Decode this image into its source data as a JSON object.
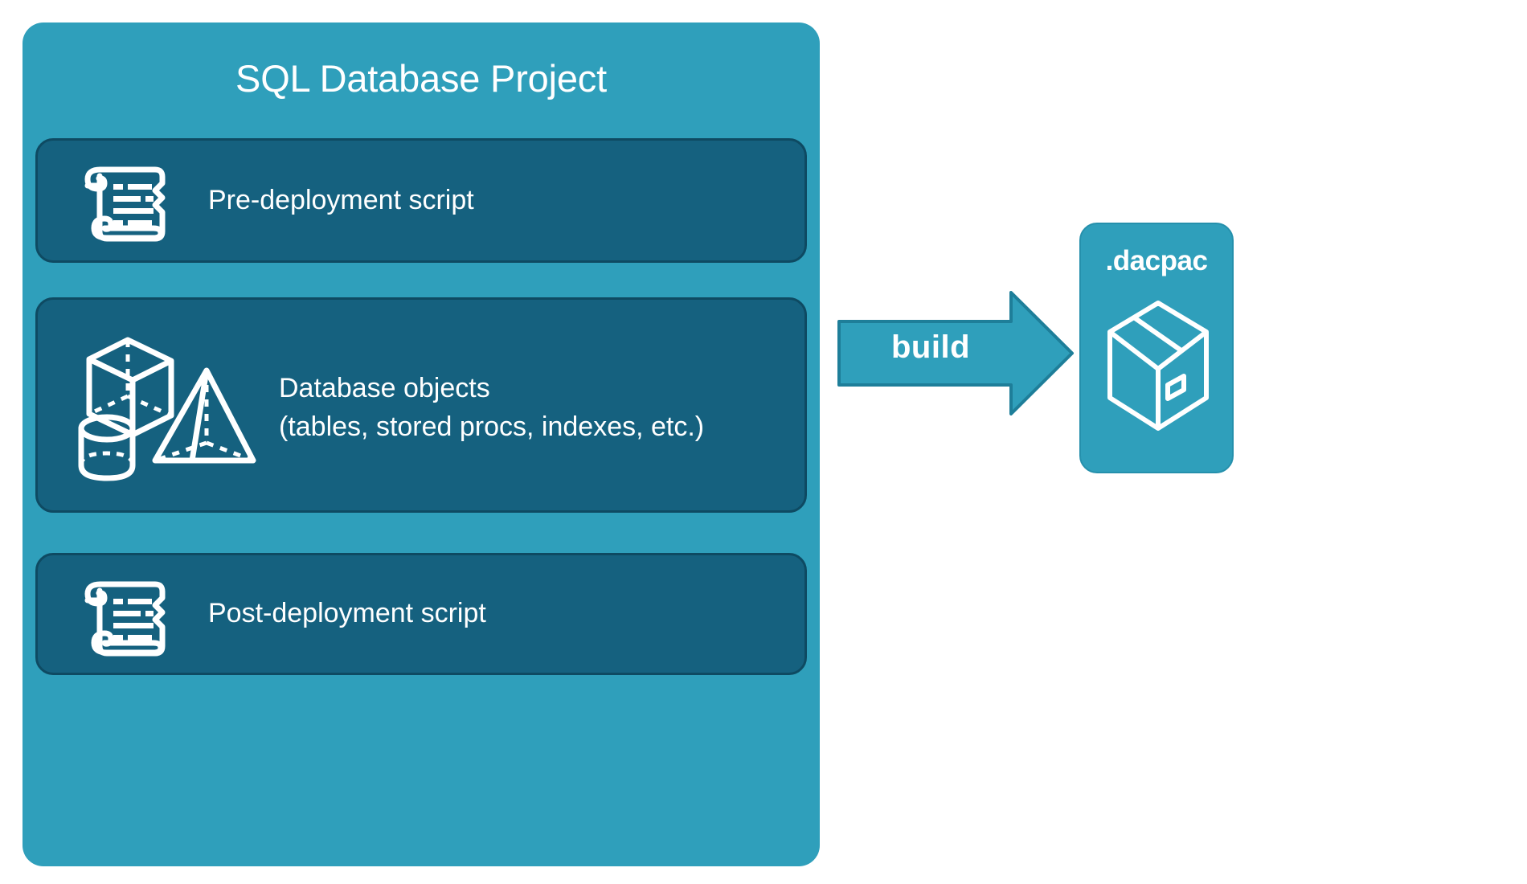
{
  "diagram": {
    "title": "SQL Database Project",
    "background": "#ffffff",
    "colors": {
      "container_fill": "#2F9FBB",
      "inner_box_fill": "#15617F",
      "inner_box_stroke": "#0E4A62",
      "arrow_fill": "#2F9FBB",
      "arrow_stroke": "#1E7E99",
      "icon_stroke": "#ffffff",
      "text": "#ffffff"
    }
  },
  "project": {
    "title": "SQL Database Project",
    "items": [
      {
        "id": "pre-deployment",
        "label": "Pre-deployment script",
        "icon": "scroll-icon"
      },
      {
        "id": "database-objects",
        "label_line1": "Database objects",
        "label_line2": "(tables, stored procs, indexes, etc.)",
        "label": "Database objects\n(tables, stored procs, indexes, etc.)",
        "icons": [
          "cube-icon",
          "pyramid-icon",
          "cylinder-icon"
        ]
      },
      {
        "id": "post-deployment",
        "label": "Post-deployment script",
        "icon": "scroll-icon"
      }
    ]
  },
  "arrow": {
    "label": "build",
    "icon": "right-arrow-icon"
  },
  "output": {
    "label": ".dacpac",
    "icon": "package-box-icon"
  }
}
